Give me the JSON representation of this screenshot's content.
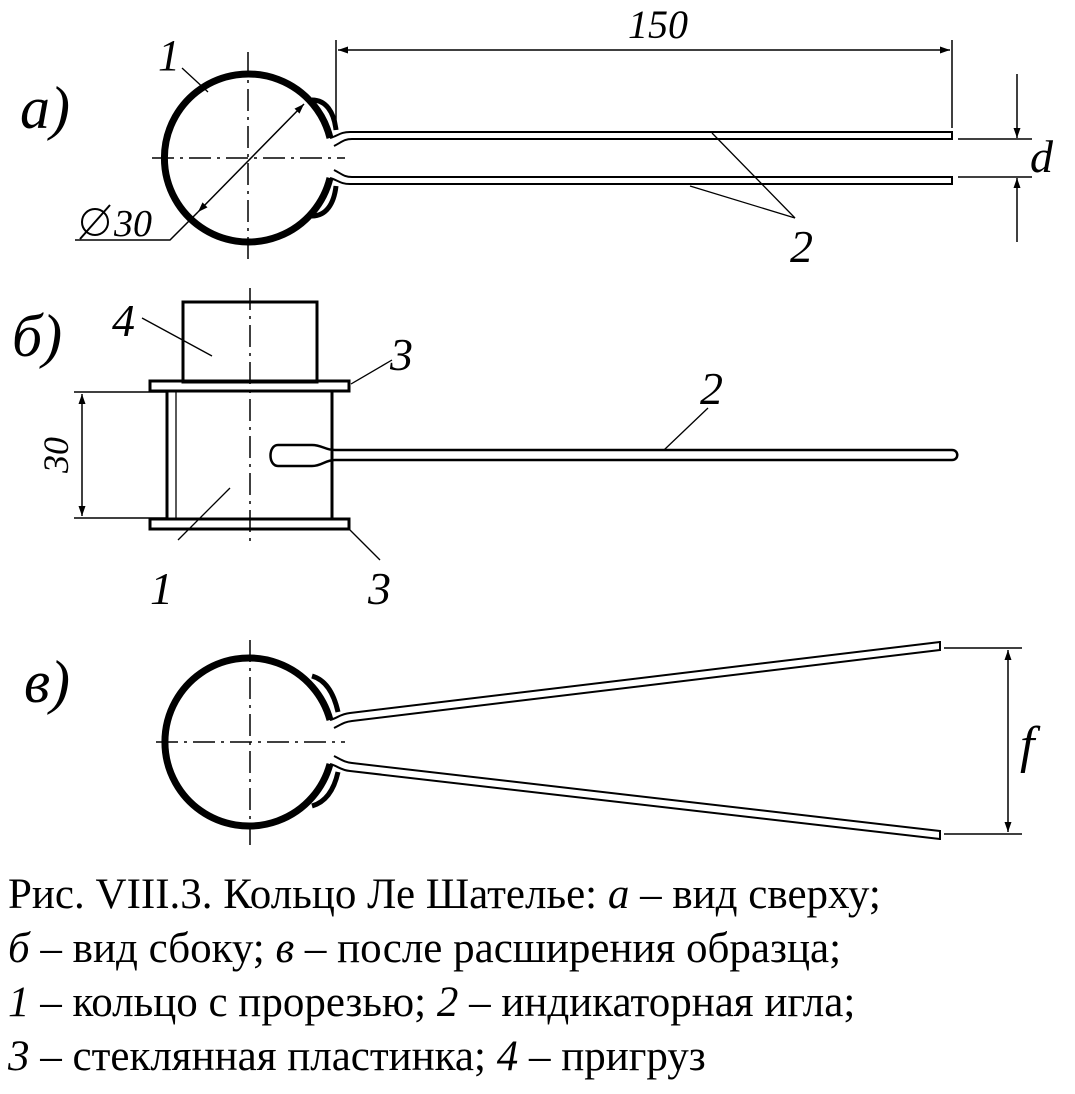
{
  "views": {
    "a": {
      "label": "а)",
      "dim_length": "150",
      "dim_diameter": "30",
      "dim_gap": "d",
      "part_ring": "1",
      "part_needle": "2"
    },
    "b": {
      "label": "б)",
      "dim_height": "30",
      "part_ring": "1",
      "part_needle": "2",
      "part_plate_top": "3",
      "part_plate_bottom": "3",
      "part_weight": "4"
    },
    "v": {
      "label": "в)",
      "dim_spread": "f"
    }
  },
  "caption": {
    "line1_prefix": "Рис. VIII.3. Кольцо Ле Шателье: ",
    "line1_key": "а",
    "line1_text": " – вид сверху;",
    "line2_key": "б",
    "line2_text": " – вид сбоку; ",
    "line2_key2": "в",
    "line2_text2": " – после расширения образца;",
    "line3_key": "1",
    "line3_text": " – кольцо с прорезью; ",
    "line3_key2": "2",
    "line3_text2": " – индикаторная игла;",
    "line4_key": "3",
    "line4_text": " – стеклянная пластинка; ",
    "line4_key2": "4",
    "line4_text2": " – пригруз"
  }
}
